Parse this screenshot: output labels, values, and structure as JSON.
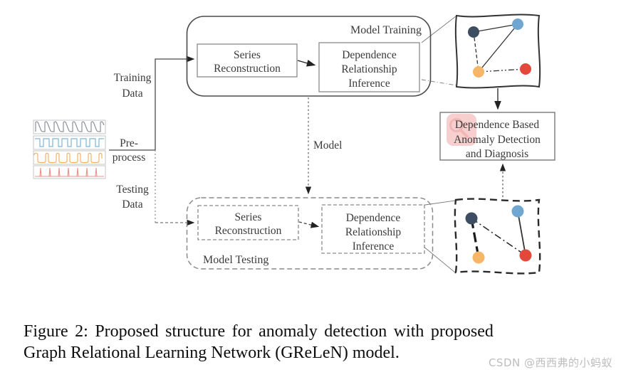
{
  "figure": {
    "caption_line1": "Figure 2: Proposed structure for anomaly detection with proposed",
    "caption_line2": "Graph Relational Learning Network (GReLeN) model.",
    "watermark": "CSDN @西西弗的小蚂蚁"
  },
  "diagram": {
    "training": {
      "label": "Model Training",
      "series_box": {
        "line1": "Series",
        "line2": "Reconstruction"
      },
      "inference_box": {
        "line1": "Dependence",
        "line2": "Relationship",
        "line3": "Inference"
      }
    },
    "testing": {
      "label": "Model Testing",
      "series_box": {
        "line1": "Series",
        "line2": "Reconstruction"
      },
      "inference_box": {
        "line1": "Dependence",
        "line2": "Relationship",
        "line3": "Inference"
      }
    },
    "anomaly_box": {
      "line1": "Dependence Based",
      "line2": "Anomaly Detection",
      "line3": "and Diagnosis"
    },
    "inputs": {
      "training_data": {
        "line1": "Training",
        "line2": "Data"
      },
      "preprocess": {
        "line1": "Pre-",
        "line2": "process"
      },
      "testing_data": {
        "line1": "Testing",
        "line2": "Data"
      }
    },
    "model_label": "Model",
    "palette": {
      "node_navy": "#3d4d62",
      "node_blue": "#6fa7d1",
      "node_orange": "#f7b665",
      "node_red": "#e2493b",
      "wave_gray": "#8a9099",
      "wave_blue": "#7fb3d5",
      "wave_orange": "#f2b264",
      "wave_red": "#e8918a",
      "highlight_pink": "#f8caca"
    }
  }
}
